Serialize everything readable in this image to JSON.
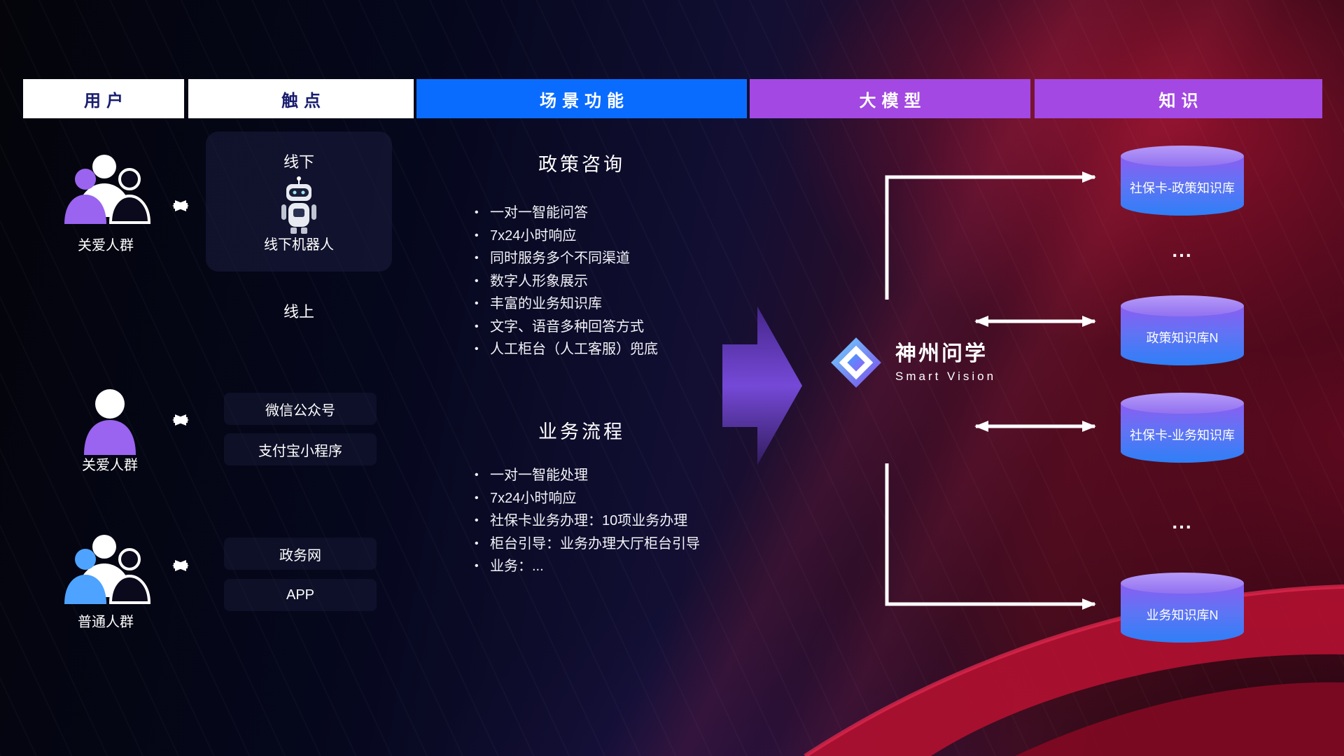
{
  "diagram": {
    "headers": [
      {
        "label": "用户",
        "style": "white"
      },
      {
        "label": "触点",
        "style": "white"
      },
      {
        "label": "场景功能",
        "style": "blue"
      },
      {
        "label": "大模型",
        "style": "purple"
      },
      {
        "label": "知识",
        "style": "purple"
      }
    ],
    "users": [
      {
        "label": "关爱人群",
        "icon": "group-icon",
        "color": "#9a63f0"
      },
      {
        "label": "关爱人群",
        "icon": "person-icon",
        "color": "#9a63f0"
      },
      {
        "label": "普通人群",
        "icon": "group-icon",
        "color": "#4da3ff"
      }
    ],
    "touchpoints": {
      "offline": {
        "title": "线下",
        "robot_label": "线下机器人"
      },
      "online_title": "线上",
      "channels": [
        "微信公众号",
        "支付宝小程序",
        "政务网",
        "APP"
      ]
    },
    "scenarios": [
      {
        "title": "政策咨询",
        "items": [
          "一对一智能问答",
          "7x24小时响应",
          "同时服务多个不同渠道",
          "数字人形象展示",
          "丰富的业务知识库",
          "文字、语音多种回答方式",
          "人工柜台（人工客服）兜底"
        ]
      },
      {
        "title": "业务流程",
        "items": [
          "一对一智能处理",
          "7x24小时响应",
          "社保卡业务办理：10项业务办理",
          "柜台引导：业务办理大厅柜台引导",
          "业务：..."
        ]
      }
    ],
    "model": {
      "name": "神州问学",
      "subtitle": "Smart Vision"
    },
    "knowledge": {
      "bases": [
        "社保卡-政策知识库",
        "政策知识库N",
        "社保卡-业务知识库",
        "业务知识库N"
      ],
      "ellipsis": "..."
    },
    "colors": {
      "header_blue": "#0a6cff",
      "header_purple": "#a348e2",
      "header_text_dark": "#181d6e",
      "cylinder_top": "#a184f5",
      "cylinder_body_top": "#8a5ef2",
      "cylinder_body_bottom": "#2e7ff7",
      "big_arrow_purple": "#6a3fd0",
      "accent_purple": "#9a63f0",
      "accent_blue": "#4da3ff"
    }
  }
}
